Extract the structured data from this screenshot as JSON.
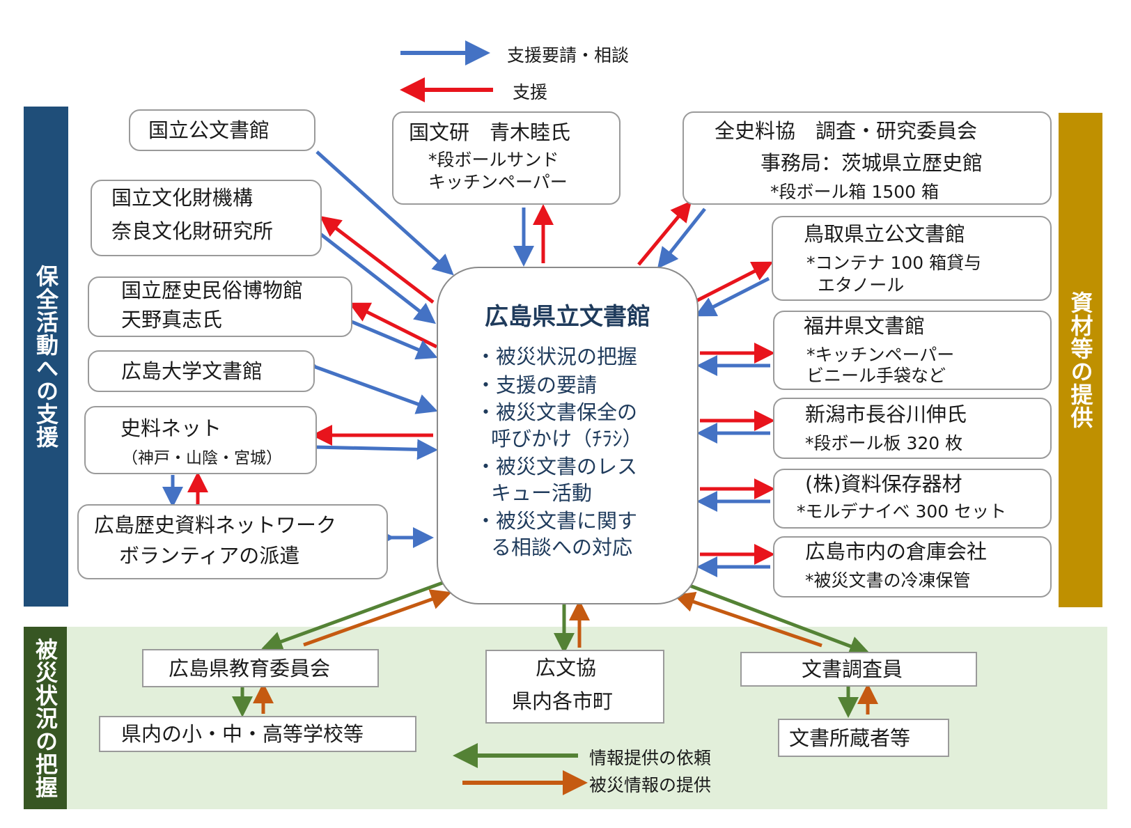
{
  "legend_top": {
    "request": "支援要請・相談",
    "support": "支援"
  },
  "legend_bottom": {
    "info_request": "情報提供の依頼",
    "damage_info": "被災情報の提供"
  },
  "side_left": {
    "label": "保全活動への支援"
  },
  "side_right": {
    "label": "資材等の提供"
  },
  "side_bottom": {
    "label": "被災状況の把握"
  },
  "center": {
    "title": "広島県立文書館",
    "items": [
      "・被災状況の把握",
      "・支援の要請",
      "・被災文書保全の",
      "呼びかけ（ﾁﾗｼ）",
      "・被災文書のレス",
      "キュー活動",
      "・被災文書に関す",
      "る相談への対応"
    ]
  },
  "left_boxes": {
    "national_archives": "国立公文書館",
    "nara_institute": {
      "line1": "国立文化財機構",
      "line2": "奈良文化財研究所"
    },
    "rekihaku": {
      "line1": "国立歴史民俗博物館",
      "line2": "天野真志氏"
    },
    "hiroshima_univ": "広島大学文書館",
    "shiryo_net": {
      "line1": "史料ネット",
      "line2": "（神戸・山陰・宮城）"
    },
    "hiroshima_network": {
      "line1": "広島歴史資料ネットワーク",
      "line2": "ボランティアの派遣"
    }
  },
  "top_box": {
    "line1": "国文研　青木睦氏",
    "line2": "*段ボールサンド",
    "line3": "キッチンペーパー"
  },
  "right_boxes": {
    "zenshiryokyo": {
      "line1": "全史料協　調査・研究委員会",
      "line2": "事務局：茨城県立歴史館",
      "line3": "*段ボール箱 1500 箱"
    },
    "tottori": {
      "line1": "鳥取県立公文書館",
      "line2": "*コンテナ 100 箱貸与",
      "line3": "エタノール"
    },
    "fukui": {
      "line1": "福井県文書館",
      "line2": "*キッチンペーパー",
      "line3": "ビニール手袋など"
    },
    "niigata": {
      "line1": "新潟市長谷川伸氏",
      "line2": "*段ボール板 320 枚"
    },
    "shiryo_hozon": {
      "line1": "(株)資料保存器材",
      "line2": "*モルデナイベ 300 セット"
    },
    "warehouse": {
      "line1": "広島市内の倉庫会社",
      "line2": "*被災文書の冷凍保管"
    }
  },
  "bottom_boxes": {
    "board_of_education": "広島県教育委員会",
    "schools": "県内の小・中・高等学校等",
    "kobunkyo": {
      "line1": "広文協",
      "line2": "県内各市町"
    },
    "investigator": "文書調査員",
    "owners": "文書所蔵者等"
  },
  "colors": {
    "request_arrow": "#4472c4",
    "support_arrow": "#e8141c",
    "info_request_arrow": "#548235",
    "damage_info_arrow": "#c55a11",
    "left_band": "#1f4e79",
    "right_band": "#bf9000",
    "bottom_band": "#375623",
    "bottom_area": "#e2efda",
    "center_text": "#1f3b5c"
  }
}
